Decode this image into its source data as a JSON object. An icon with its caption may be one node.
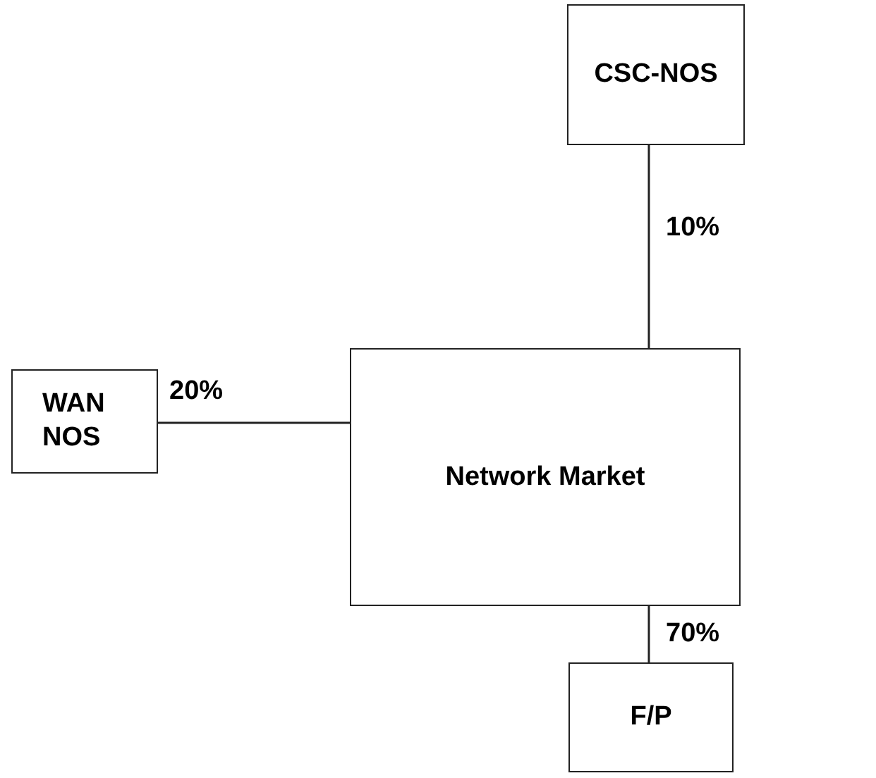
{
  "diagram": {
    "nodes": [
      {
        "text": [
          "CSC-NOS"
        ]
      },
      {
        "text": [
          "WAN NOS"
        ]
      },
      {
        "text": [
          "Network Market"
        ]
      },
      {
        "text": [
          "F/P"
        ]
      }
    ],
    "edges": [
      {
        "from": 0,
        "to": 2,
        "arrow": "none",
        "label": "10%"
      },
      {
        "from": 1,
        "to": 2,
        "arrow": "none",
        "label": "20%"
      },
      {
        "from": 2,
        "to": 3,
        "arrow": "none",
        "label": "70%"
      }
    ]
  }
}
